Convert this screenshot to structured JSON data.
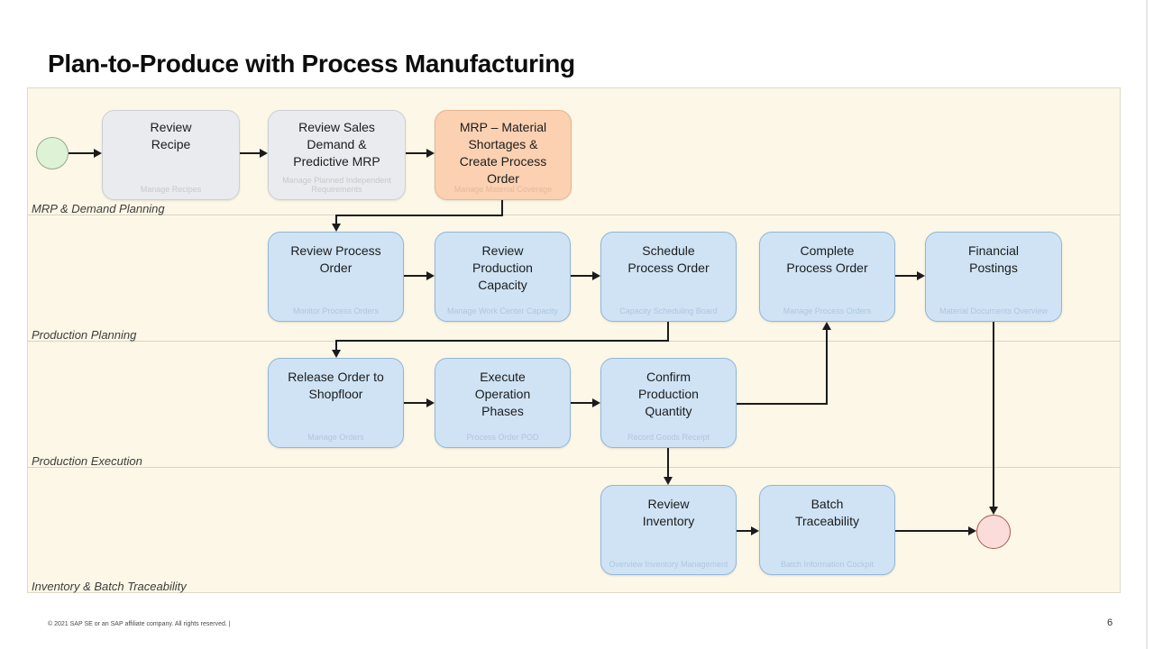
{
  "slide": {
    "title": "Plan-to-Produce with Process Manufacturing"
  },
  "lanes": [
    {
      "label": "MRP & Demand Planning"
    },
    {
      "label": "Production Planning"
    },
    {
      "label": "Production Execution"
    },
    {
      "label": "Inventory & Batch Traceability"
    }
  ],
  "nodes": {
    "review_recipe": {
      "title": "Review\nRecipe",
      "subtitle": "Manage Recipes"
    },
    "review_sales": {
      "title": "Review Sales\nDemand &\nPredictive MRP",
      "subtitle": "Manage Planned Independent Requirements"
    },
    "mrp_shortages": {
      "title": "MRP – Material\nShortages &\nCreate Process\nOrder",
      "subtitle": "Manage Material Coverage"
    },
    "review_process": {
      "title": "Review Process\nOrder",
      "subtitle": "Monitor Process Orders"
    },
    "review_capacity": {
      "title": "Review\nProduction\nCapacity",
      "subtitle": "Manage Work Center Capacity"
    },
    "schedule_order": {
      "title": "Schedule\nProcess Order",
      "subtitle": "Capacity Scheduling Board"
    },
    "complete_order": {
      "title": "Complete\nProcess Order",
      "subtitle": "Manage Process Orders"
    },
    "financial_postings": {
      "title": "Financial\nPostings",
      "subtitle": "Material Documents Overview"
    },
    "release_order": {
      "title": "Release Order to\nShopfloor",
      "subtitle": "Manage Orders"
    },
    "execute_phases": {
      "title": "Execute\nOperation\nPhases",
      "subtitle": "Process Order POD"
    },
    "confirm_quantity": {
      "title": "Confirm\nProduction\nQuantity",
      "subtitle": "Record Goods Receipt"
    },
    "review_inventory": {
      "title": "Review\nInventory",
      "subtitle": "Overview Inventory Management"
    },
    "batch_traceability": {
      "title": "Batch\nTraceability",
      "subtitle": "Batch Information Cockpit"
    }
  },
  "events": {
    "start": "start-event",
    "end": "end-event"
  },
  "colors": {
    "lane_background": "#fcf7e6",
    "task_blue": "#cfe3f5",
    "task_grey": "#e9ebee",
    "task_highlight_orange": "#fbd1b2",
    "start_event_green": "#def2d6",
    "end_event_pink": "#fbdcda",
    "connector": "#1b1b1b"
  },
  "footer": {
    "copyright": "© 2021 SAP SE or an SAP affiliate company. All rights reserved.  |",
    "page_number": "6"
  }
}
